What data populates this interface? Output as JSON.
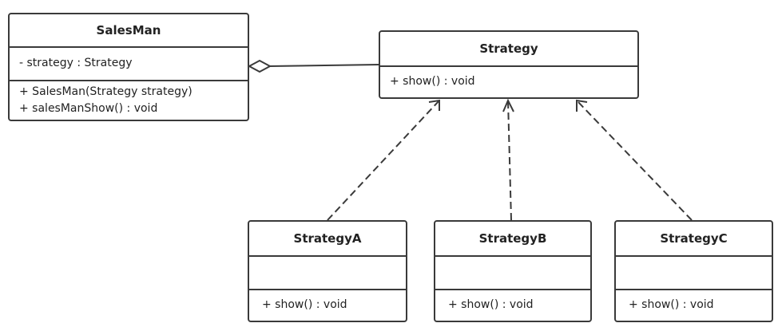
{
  "classes": {
    "salesman": {
      "name": "SalesMan",
      "attributes": [
        "- strategy : Strategy"
      ],
      "operations": [
        "+ SalesMan(Strategy strategy)",
        "+ salesManShow() : void"
      ]
    },
    "strategy": {
      "name": "Strategy",
      "attributes": [],
      "operations": [
        "+ show() : void"
      ]
    },
    "strategy_a": {
      "name": "StrategyA",
      "attributes": [],
      "operations": [
        "+ show() : void"
      ]
    },
    "strategy_b": {
      "name": "StrategyB",
      "attributes": [],
      "operations": [
        "+ show() : void"
      ]
    },
    "strategy_c": {
      "name": "StrategyC",
      "attributes": [],
      "operations": [
        "+ show() : void"
      ]
    }
  },
  "relations": [
    {
      "type": "aggregation",
      "from": "SalesMan",
      "to": "Strategy"
    },
    {
      "type": "realization",
      "from": "StrategyA",
      "to": "Strategy"
    },
    {
      "type": "realization",
      "from": "StrategyB",
      "to": "Strategy"
    },
    {
      "type": "realization",
      "from": "StrategyC",
      "to": "Strategy"
    }
  ],
  "colors": {
    "stroke": "#3a3a3a",
    "fill": "#ffffff",
    "text": "#222222"
  }
}
